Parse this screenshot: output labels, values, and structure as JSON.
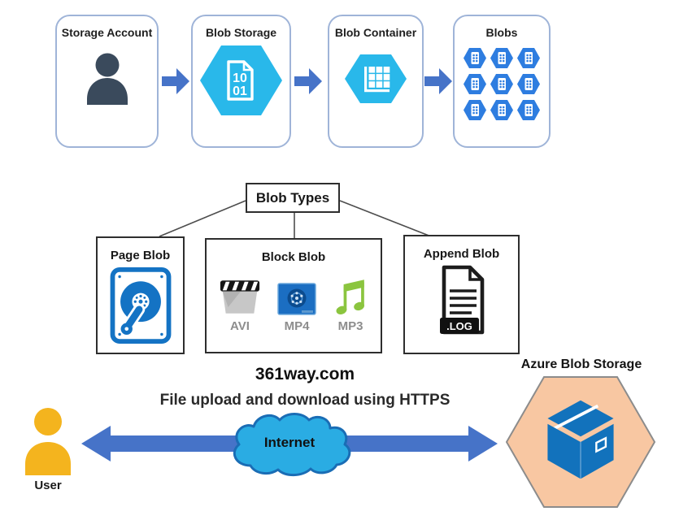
{
  "flow": {
    "boxes": [
      {
        "label": "Storage Account"
      },
      {
        "label": "Blob Storage",
        "doc_lines": [
          "10",
          "01"
        ]
      },
      {
        "label": "Blob Container"
      },
      {
        "label": "Blobs",
        "blob_count": 9
      }
    ]
  },
  "types": {
    "root_label": "Blob Types",
    "page": {
      "label": "Page Blob"
    },
    "block": {
      "label": "Block Blob",
      "formats": [
        {
          "label": "AVI"
        },
        {
          "label": "MP4"
        },
        {
          "label": "MP3"
        }
      ]
    },
    "append": {
      "label": "Append Blob",
      "badge": ".LOG"
    }
  },
  "transfer": {
    "watermark": "361way.com",
    "caption": "File upload and download using HTTPS",
    "user_label": "User",
    "cloud_label": "Internet",
    "storage_label": "Azure Blob Storage"
  },
  "colors": {
    "flow_arrow_blue": "#4673C8",
    "azure_cyan": "#29B8EA",
    "blob_hex_blue": "#2E7DE0",
    "person_slate": "#3A4A5C",
    "user_yellow": "#F4B41E",
    "cloud_fill": "#2AACE3",
    "cloud_stroke": "#1A6DB5",
    "hexagon_peach": "#F8C7A2",
    "package_blue": "#1272BC",
    "hdd_blue": "#1473C4",
    "mp3_green": "#8BC53F"
  }
}
